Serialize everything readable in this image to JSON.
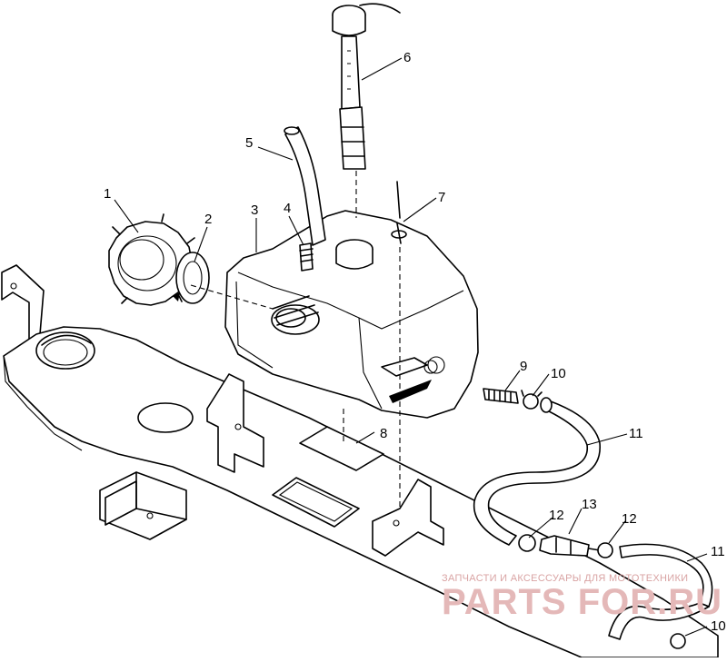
{
  "callouts": [
    {
      "id": "c1",
      "label": "1"
    },
    {
      "id": "c2",
      "label": "2"
    },
    {
      "id": "c3",
      "label": "3"
    },
    {
      "id": "c4",
      "label": "4"
    },
    {
      "id": "c5",
      "label": "5"
    },
    {
      "id": "c6",
      "label": "6"
    },
    {
      "id": "c7",
      "label": "7"
    },
    {
      "id": "c8",
      "label": "8"
    },
    {
      "id": "c9",
      "label": "9"
    },
    {
      "id": "c10a",
      "label": "10"
    },
    {
      "id": "c11a",
      "label": "11"
    },
    {
      "id": "c12a",
      "label": "12"
    },
    {
      "id": "c13",
      "label": "13"
    },
    {
      "id": "c12b",
      "label": "12"
    },
    {
      "id": "c11b",
      "label": "11"
    },
    {
      "id": "c10b",
      "label": "10"
    }
  ],
  "watermark": {
    "tagline": "ЗАПЧАСТИ И АКСЕССУАРЫ ДЛЯ МОТОТЕХНИКИ",
    "site": "PARTS FOR.RU"
  }
}
